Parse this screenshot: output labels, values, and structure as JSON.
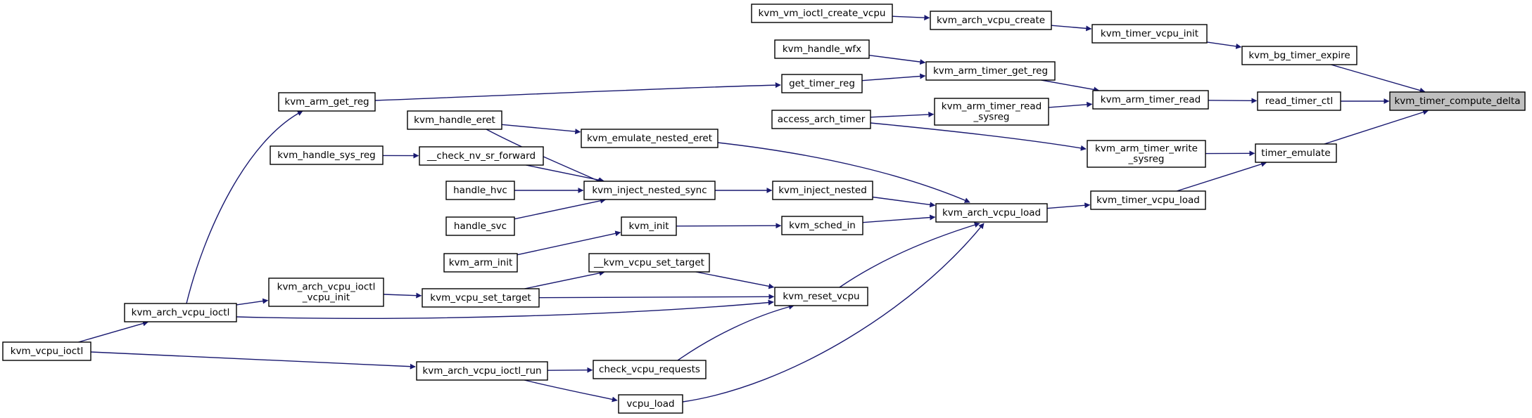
{
  "colors": {
    "edge": "#191970",
    "root_fill": "#bfbfbf",
    "node_fill": "#ffffff",
    "border": "#000000"
  },
  "nodes": {
    "kvm_timer_compute_delta": [
      "kvm_timer_compute_delta"
    ],
    "kvm_bg_timer_expire": [
      "kvm_bg_timer_expire"
    ],
    "read_timer_ctl": [
      "read_timer_ctl"
    ],
    "timer_emulate": [
      "timer_emulate"
    ],
    "kvm_timer_vcpu_init": [
      "kvm_timer_vcpu_init"
    ],
    "kvm_arm_timer_read": [
      "kvm_arm_timer_read"
    ],
    "kvm_arm_timer_write_sysreg": [
      "kvm_arm_timer_write",
      "_sysreg"
    ],
    "kvm_timer_vcpu_load": [
      "kvm_timer_vcpu_load"
    ],
    "kvm_arch_vcpu_create": [
      "kvm_arch_vcpu_create"
    ],
    "kvm_arm_timer_get_reg": [
      "kvm_arm_timer_get_reg"
    ],
    "kvm_arm_timer_read_sysreg": [
      "kvm_arm_timer_read",
      "_sysreg"
    ],
    "kvm_arch_vcpu_load": [
      "kvm_arch_vcpu_load"
    ],
    "kvm_vm_ioctl_create_vcpu": [
      "kvm_vm_ioctl_create_vcpu"
    ],
    "kvm_handle_wfx": [
      "kvm_handle_wfx"
    ],
    "get_timer_reg": [
      "get_timer_reg"
    ],
    "access_arch_timer": [
      "access_arch_timer"
    ],
    "kvm_emulate_nested_eret": [
      "kvm_emulate_nested_eret"
    ],
    "kvm_inject_nested": [
      "kvm_inject_nested"
    ],
    "kvm_sched_in": [
      "kvm_sched_in"
    ],
    "kvm_reset_vcpu": [
      "kvm_reset_vcpu"
    ],
    "vcpu_load": [
      "vcpu_load"
    ],
    "kvm_arm_get_reg": [
      "kvm_arm_get_reg"
    ],
    "kvm_inject_nested_sync": [
      "kvm_inject_nested_sync"
    ],
    "kvm_init": [
      "kvm_init"
    ],
    "kvm_vcpu_set_target_internal": [
      "__kvm_vcpu_set_target"
    ],
    "check_vcpu_requests": [
      "check_vcpu_requests"
    ],
    "kvm_handle_eret": [
      "kvm_handle_eret"
    ],
    "check_nv_sr_forward": [
      "__check_nv_sr_forward"
    ],
    "handle_hvc": [
      "handle_hvc"
    ],
    "handle_svc": [
      "handle_svc"
    ],
    "kvm_arm_init": [
      "kvm_arm_init"
    ],
    "kvm_vcpu_set_target": [
      "kvm_vcpu_set_target"
    ],
    "kvm_arch_vcpu_ioctl_run": [
      "kvm_arch_vcpu_ioctl_run"
    ],
    "kvm_handle_sys_reg": [
      "kvm_handle_sys_reg"
    ],
    "kvm_arch_vcpu_ioctl_vcpu_init": [
      "kvm_arch_vcpu_ioctl",
      "_vcpu_init"
    ],
    "kvm_arch_vcpu_ioctl": [
      "kvm_arch_vcpu_ioctl"
    ],
    "kvm_vcpu_ioctl": [
      "kvm_vcpu_ioctl"
    ]
  }
}
